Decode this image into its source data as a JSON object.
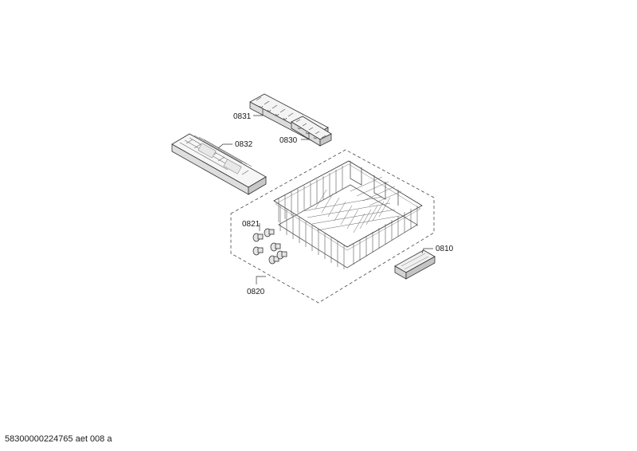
{
  "diagram": {
    "parts": [
      {
        "id": "0831",
        "label": "0831",
        "name": "cutlery-holder-small-a"
      },
      {
        "id": "0830",
        "label": "0830",
        "name": "cutlery-holder-small-b"
      },
      {
        "id": "0832",
        "label": "0832",
        "name": "cutlery-tray"
      },
      {
        "id": "0821",
        "label": "0821",
        "name": "rack-wheels"
      },
      {
        "id": "0820",
        "label": "0820",
        "name": "upper-basket-assembly"
      },
      {
        "id": "0810",
        "label": "0810",
        "name": "handle"
      }
    ]
  },
  "footer": {
    "document_code": "58300000224765 aet 008 a"
  }
}
